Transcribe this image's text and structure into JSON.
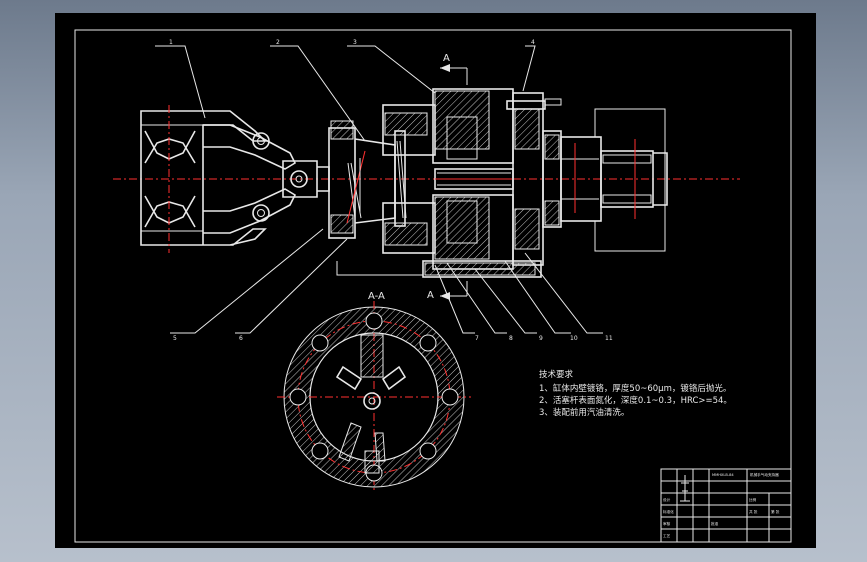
{
  "drawing": {
    "section_marker_top": "A",
    "section_marker_bottom": "A",
    "section_view_title": "A-A",
    "part_numbers": [
      "1",
      "2",
      "3",
      "4",
      "5",
      "6",
      "7",
      "8",
      "9",
      "10",
      "11"
    ]
  },
  "technical_requirements": {
    "title": "技术要求",
    "lines": [
      "1、缸体内壁镀铬，厚度50~60μm，镀铬后抛光。",
      "2、活塞杆表面氮化，深度0.1~0.3，HRC>=54。",
      "3、装配前用汽油清洗。"
    ]
  },
  "title_block": {
    "title_line_1": "MMHXLB-84",
    "title_line_2": "机械手气动夹持器",
    "cells": [
      "设计",
      "标准化",
      "审核",
      "工艺",
      "批准",
      "比例",
      "共 张",
      "第 张"
    ]
  },
  "colors": {
    "sheet": "#000000",
    "lines": "#e8e8e8",
    "centerline": "#ff3030",
    "background": "#8a97a8"
  }
}
